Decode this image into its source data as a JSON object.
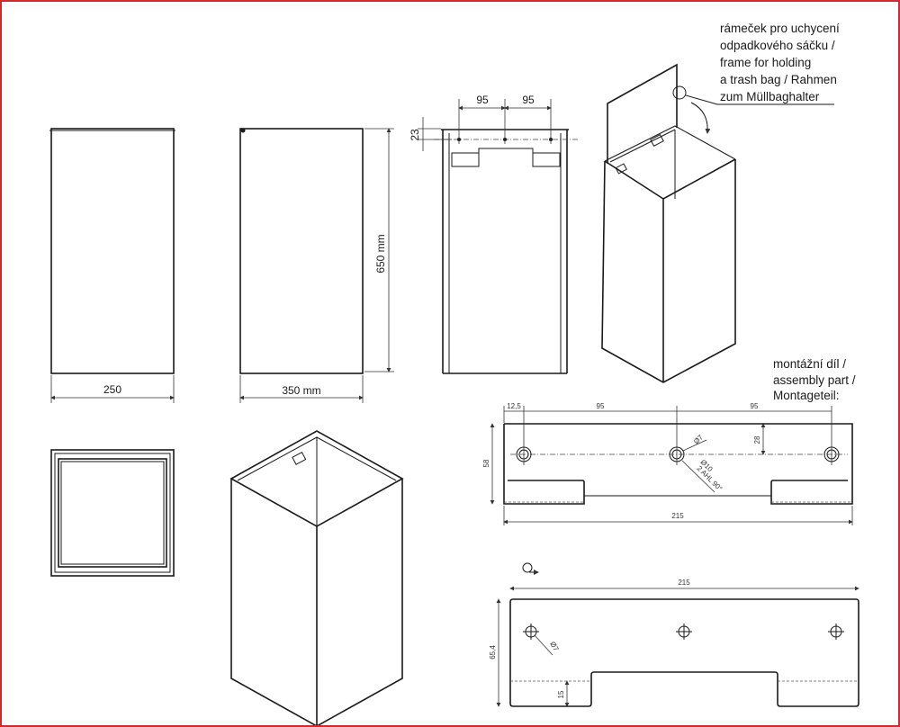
{
  "callout_frame": {
    "lines": [
      "rámeček pro uchycení",
      "odpadkového sáčku /",
      "frame for holding",
      "a trash bag / Rahmen",
      "zum Müllbaghalter"
    ]
  },
  "callout_assembly": {
    "lines": [
      "montážní díl /",
      "assembly part /",
      "Montageteil:"
    ]
  },
  "front_view": {
    "width_label": "250"
  },
  "side_view": {
    "width_label": "350 mm",
    "height_label": "650 mm"
  },
  "frame_view": {
    "spacing_left": "95",
    "spacing_right": "95",
    "depth_label": "23"
  },
  "assembly_part_top": {
    "edge_offset": "12,5",
    "spacing_left": "95",
    "spacing_right": "95",
    "height": "58",
    "hole_offset": "28",
    "hole_diameter": "Ø7",
    "countersink_diameter": "Ø10",
    "countersink_note": "2 AHL 90°",
    "length": "215"
  },
  "assembly_part_bottom": {
    "length": "215",
    "height": "65,4",
    "tab_height": "15",
    "hole_diameter": "Ø7"
  },
  "colors": {
    "border": "#d32b2b",
    "line": "#1a1a1a"
  }
}
